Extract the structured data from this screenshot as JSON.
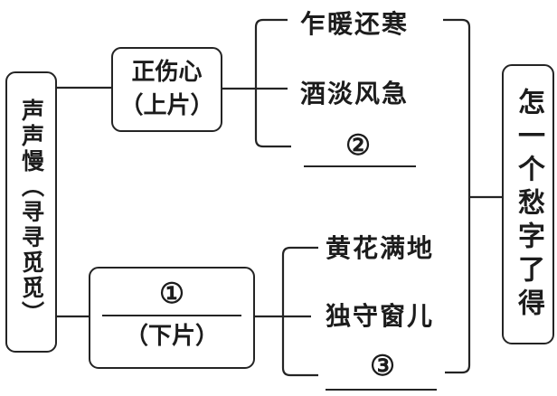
{
  "diagram": {
    "title": "声声慢（寻寻觅觅）",
    "conclusion": "怎一个愁字了得",
    "upper_section": {
      "box_line1": "正伤心",
      "box_line2": "（上片）",
      "branches": [
        "乍暖还寒",
        "酒淡风急"
      ],
      "blank_label": "②"
    },
    "lower_section": {
      "blank_label": "①",
      "box_line2": "（下片）",
      "branches": [
        "黄花满地",
        "独守窗儿"
      ],
      "blank_label_2": "③"
    },
    "colors": {
      "ink": "#242424",
      "paper": "#ffffff"
    }
  }
}
